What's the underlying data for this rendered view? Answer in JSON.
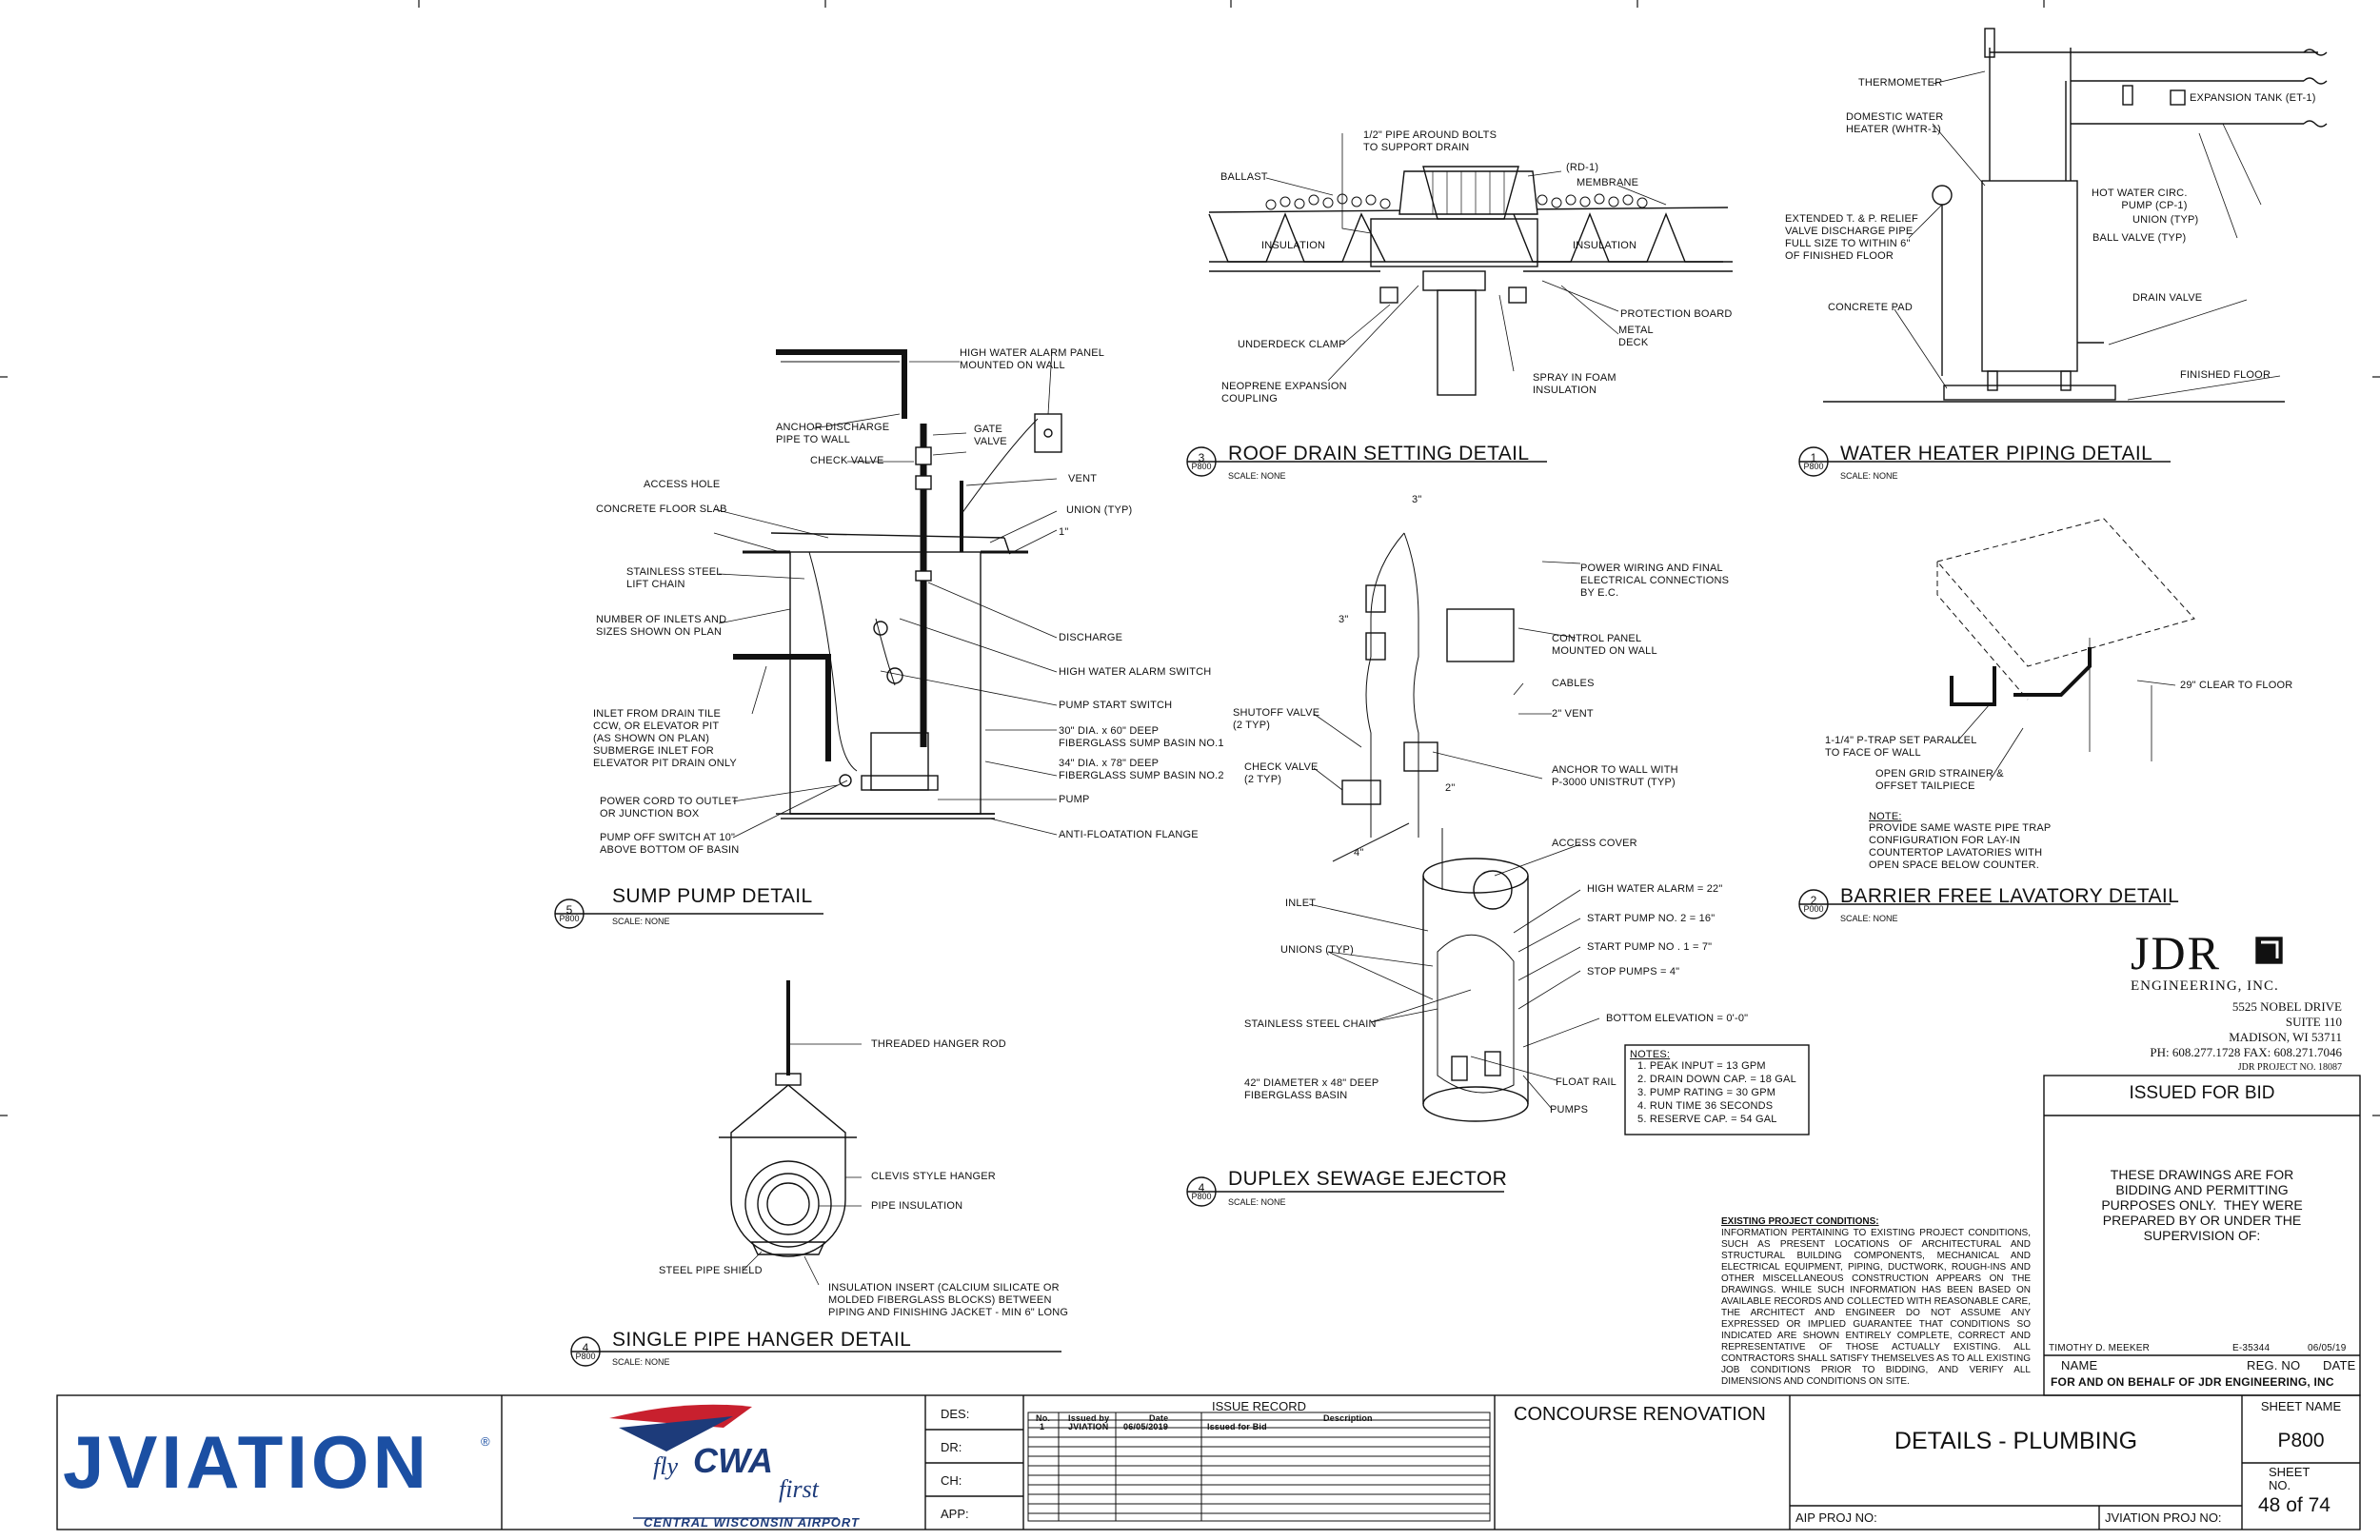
{
  "sump": {
    "title": "SUMP PUMP DETAIL",
    "num": "5",
    "sheet": "P800",
    "scale": "SCALE:  NONE",
    "labels": {
      "alarm_panel": "HIGH WATER ALARM PANEL\nMOUNTED ON WALL",
      "anchor": "ANCHOR DISCHARGE\nPIPE TO WALL",
      "gate": "GATE\nVALVE",
      "check": "CHECK VALVE",
      "vent": "VENT",
      "access": "ACCESS HOLE",
      "union": "UNION (TYP)",
      "slab": "CONCRETE FLOOR SLAB",
      "one_in": "1\"",
      "chain": "STAINLESS STEEL\nLIFT CHAIN",
      "inlets": "NUMBER OF INLETS AND\nSIZES SHOWN ON PLAN",
      "discharge": "DISCHARGE",
      "hw_switch": "HIGH WATER ALARM SWITCH",
      "start_switch": "PUMP START SWITCH",
      "inlet_tile": "INLET FROM DRAIN TILE\nCCW, OR ELEVATOR PIT\n(AS SHOWN ON PLAN)\nSUBMERGE INLET FOR\nELEVATOR PIT DRAIN ONLY",
      "basin1": "30\" DIA. x 60\" DEEP\nFIBERGLASS SUMP BASIN NO.1",
      "basin2": "34\" DIA. x 78\" DEEP\nFIBERGLASS SUMP BASIN NO.2",
      "cord": "POWER CORD TO OUTLET\nOR JUNCTION BOX",
      "pump": "PUMP",
      "off": "PUMP OFF SWITCH AT 10\"\nABOVE BOTTOM OF BASIN",
      "flange": "ANTI-FLOATATION FLANGE"
    }
  },
  "roof": {
    "title": "ROOF DRAIN SETTING DETAIL",
    "num": "3",
    "sheet": "P800",
    "scale": "SCALE:  NONE",
    "labels": {
      "pipe": "1/2\" PIPE AROUND BOLTS\nTO SUPPORT DRAIN",
      "rd": "(RD-1)",
      "ballast": "BALLAST",
      "membrane": "MEMBRANE",
      "ins1": "INSULATION",
      "ins2": "INSULATION",
      "protect": "PROTECTION BOARD",
      "metal": "METAL\nDECK",
      "clamp": "UNDERDECK CLAMP",
      "foam": "SPRAY IN FOAM\nINSULATION",
      "neoprene": "NEOPRENE EXPANSION\nCOUPLING"
    }
  },
  "heater": {
    "title": "WATER HEATER PIPING DETAIL",
    "num": "1",
    "sheet": "P800",
    "scale": "SCALE:  NONE",
    "labels": {
      "thermo": "THERMOMETER",
      "dwh": "DOMESTIC WATER\nHEATER (WHTR-1)",
      "exp": "EXPANSION TANK (ET-1)",
      "tp": "EXTENDED T. & P. RELIEF\nVALVE DISCHARGE PIPE\nFULL SIZE TO WITHIN 6\"\nOF FINISHED FLOOR",
      "circ": "HOT WATER CIRC.\nPUMP (CP-1)",
      "union": "UNION (TYP)",
      "ball": "BALL VALVE (TYP)",
      "pad": "CONCRETE PAD",
      "drain": "DRAIN VALVE",
      "floor": "FINISHED FLOOR"
    }
  },
  "ejector": {
    "title": "DUPLEX SEWAGE EJECTOR",
    "num": "4",
    "sheet": "P800",
    "scale": "SCALE:  NONE",
    "labels": {
      "three": "3\"",
      "three2": "3\"",
      "power": "POWER WIRING AND FINAL\nELECTRICAL CONNECTIONS\nBY E.C.",
      "control": "CONTROL PANEL\nMOUNTED ON WALL",
      "cables": "CABLES",
      "vent2": "2\" VENT",
      "shutoff": "SHUTOFF VALVE\n(2 TYP)",
      "checkv": "CHECK VALVE\n(2 TYP)",
      "two": "2\"",
      "anchor": "ANCHOR TO WALL WITH\nP-3000 UNISTRUT (TYP)",
      "four": "4\"",
      "access": "ACCESS COVER",
      "hwa": "HIGH WATER ALARM = 22\"",
      "inlet": "INLET",
      "sp2": "START PUMP NO. 2 = 16\"",
      "unions": "UNIONS (TYP)",
      "sp1": "START PUMP NO . 1 = 7\"",
      "stop": "STOP PUMPS = 4\"",
      "chain": "STAINLESS STEEL CHAIN",
      "bottom": "BOTTOM ELEVATION = 0'-0\"",
      "basin": "42\" DIAMETER x 48\" DEEP\nFIBERGLASS BASIN",
      "rail": "FLOAT RAIL",
      "pumps": "PUMPS"
    },
    "notes_title": "NOTES:",
    "notes": [
      "1.  PEAK INPUT = 13 GPM",
      "2.  DRAIN DOWN CAP. = 18 GAL",
      "3.  PUMP RATING = 30 GPM",
      "4.  RUN TIME 36 SECONDS",
      "5.  RESERVE CAP. = 54 GAL"
    ]
  },
  "lavatory": {
    "title": "BARRIER FREE LAVATORY DETAIL",
    "num": "2",
    "sheet": "P000",
    "scale": "SCALE:  NONE",
    "labels": {
      "clear": "29\" CLEAR TO FLOOR",
      "ptrap": "1-1/4\" P-TRAP SET PARALLEL\nTO FACE OF WALL",
      "strainer": "OPEN GRID STRAINER &\nOFFSET TAILPIECE",
      "note_head": "NOTE:",
      "note": "PROVIDE SAME WASTE PIPE TRAP\nCONFIGURATION FOR LAY-IN\nCOUNTERTOP LAVATORIES WITH\nOPEN SPACE BELOW COUNTER."
    }
  },
  "hanger": {
    "title": "SINGLE PIPE HANGER DETAIL",
    "num": "4",
    "sheet": "P800",
    "scale": "SCALE:  NONE",
    "labels": {
      "rod": "THREADED HANGER ROD",
      "clevis": "CLEVIS STYLE HANGER",
      "ins": "PIPE INSULATION",
      "shield": "STEEL PIPE SHIELD",
      "insert": "INSULATION INSERT (CALCIUM SILICATE OR\nMOLDED FIBERGLASS BLOCKS) BETWEEN\nPIPING AND FINISHING JACKET - MIN 6\" LONG"
    }
  },
  "jdr": {
    "name": "JDR",
    "sub": "ENGINEERING, INC.",
    "lines": [
      "5525 NOBEL DRIVE",
      "SUITE 110",
      "MADISON, WI  53711",
      "PH: 608.277.1728  FAX: 608.271.7046",
      "JDR PROJECT NO. 18087"
    ]
  },
  "bid": {
    "issued": "ISSUED FOR BID",
    "statement": "THESE DRAWINGS ARE FOR\nBIDDING AND PERMITTING\nPURPOSES ONLY.  THEY WERE\nPREPARED BY OR UNDER THE\nSUPERVISION OF:",
    "person": "TIMOTHY D. MEEKER",
    "reg": "E-35344",
    "date": "06/05/19",
    "col_name": "NAME",
    "col_reg": "REG. NO",
    "col_date": "DATE",
    "behalf": "FOR AND ON BEHALF OF JDR ENGINEERING, INC"
  },
  "conditions": {
    "title": "EXISTING PROJECT CONDITIONS:",
    "text": "INFORMATION PERTAINING TO EXISTING PROJECT CONDITIONS, SUCH AS PRESENT LOCATIONS OF ARCHITECTURAL AND STRUCTURAL BUILDING COMPONENTS, MECHANICAL AND ELECTRICAL EQUIPMENT, PIPING, DUCTWORK, ROUGH-INS AND OTHER MISCELLANEOUS CONSTRUCTION APPEARS ON THE DRAWINGS.  WHILE SUCH INFORMATION HAS BEEN BASED ON AVAILABLE RECORDS AND COLLECTED WITH REASONABLE CARE, THE ARCHITECT AND ENGINEER DO NOT ASSUME ANY EXPRESSED OR IMPLIED GUARANTEE THAT CONDITIONS SO INDICATED ARE SHOWN ENTIRELY COMPLETE, CORRECT AND REPRESENTATIVE OF THOSE ACTUALLY EXISTING.  ALL CONTRACTORS SHALL SATISFY THEMSELVES AS TO ALL EXISTING JOB CONDITIONS PRIOR TO BIDDING, AND VERIFY ALL DIMENSIONS AND CONDITIONS ON SITE."
  },
  "titleblock": {
    "jviation": "JVIATION",
    "reg_mark": "®",
    "fly": "fly",
    "cwa": "CWA",
    "first": "first",
    "airport": "CENTRAL WISCONSIN AIRPORT",
    "des": "DES:",
    "dr": "DR:",
    "ch": "CH:",
    "app": "APP:",
    "issue_record": "ISSUE RECORD",
    "cols": [
      "No.",
      "Issued by",
      "Date",
      "Description"
    ],
    "row": [
      "1",
      "JVIATION",
      "06/05/2019",
      "Issued for Bid"
    ],
    "project": "CONCOURSE RENOVATION",
    "sheet_title": "DETAILS - PLUMBING",
    "aip": "AIP PROJ NO:",
    "jv_proj": "JVIATION PROJ NO:",
    "sheet_name_lbl": "SHEET NAME",
    "sheet_name": "P800",
    "sheet_no_lbl": "SHEET\nNO.",
    "sheet_no": "48",
    "of": "of",
    "total": "74"
  },
  "colors": {
    "ink": "#111111",
    "brand_blue": "#1b4fa3",
    "brand_red": "#c8202e",
    "navy": "#1d3b7a"
  }
}
